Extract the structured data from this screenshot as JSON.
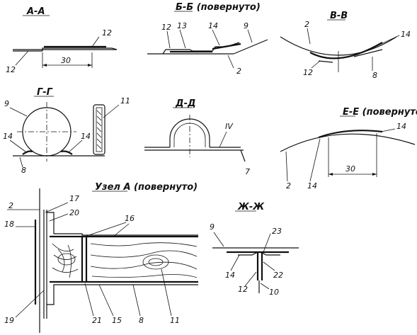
{
  "sections": {
    "aa": {
      "title": "А-А",
      "labels": [
        "12",
        "12"
      ],
      "dimension": "30"
    },
    "bb": {
      "title": "Б-Б (повернуто)",
      "labels": [
        "12",
        "13",
        "14",
        "9",
        "2"
      ]
    },
    "vv": {
      "title": "В-В",
      "labels": [
        "2",
        "14",
        "12",
        "8"
      ]
    },
    "gg": {
      "title": "Г-Г",
      "labels": [
        "9",
        "11",
        "14",
        "14",
        "8"
      ]
    },
    "dd": {
      "title": "Д-Д",
      "labels": [
        "IV",
        "7"
      ]
    },
    "ee": {
      "title": "Е-Е (повернуто)",
      "labels": [
        "14",
        "2",
        "14"
      ],
      "dimension": "30"
    },
    "node_a": {
      "title": "Узел А (повернуто)",
      "labels": [
        "2",
        "17",
        "20",
        "18",
        "16",
        "19",
        "21",
        "15",
        "8",
        "11"
      ]
    },
    "zhzh": {
      "title": "Ж-Ж",
      "labels": [
        "9",
        "23",
        "14",
        "22",
        "12",
        "10"
      ]
    }
  }
}
